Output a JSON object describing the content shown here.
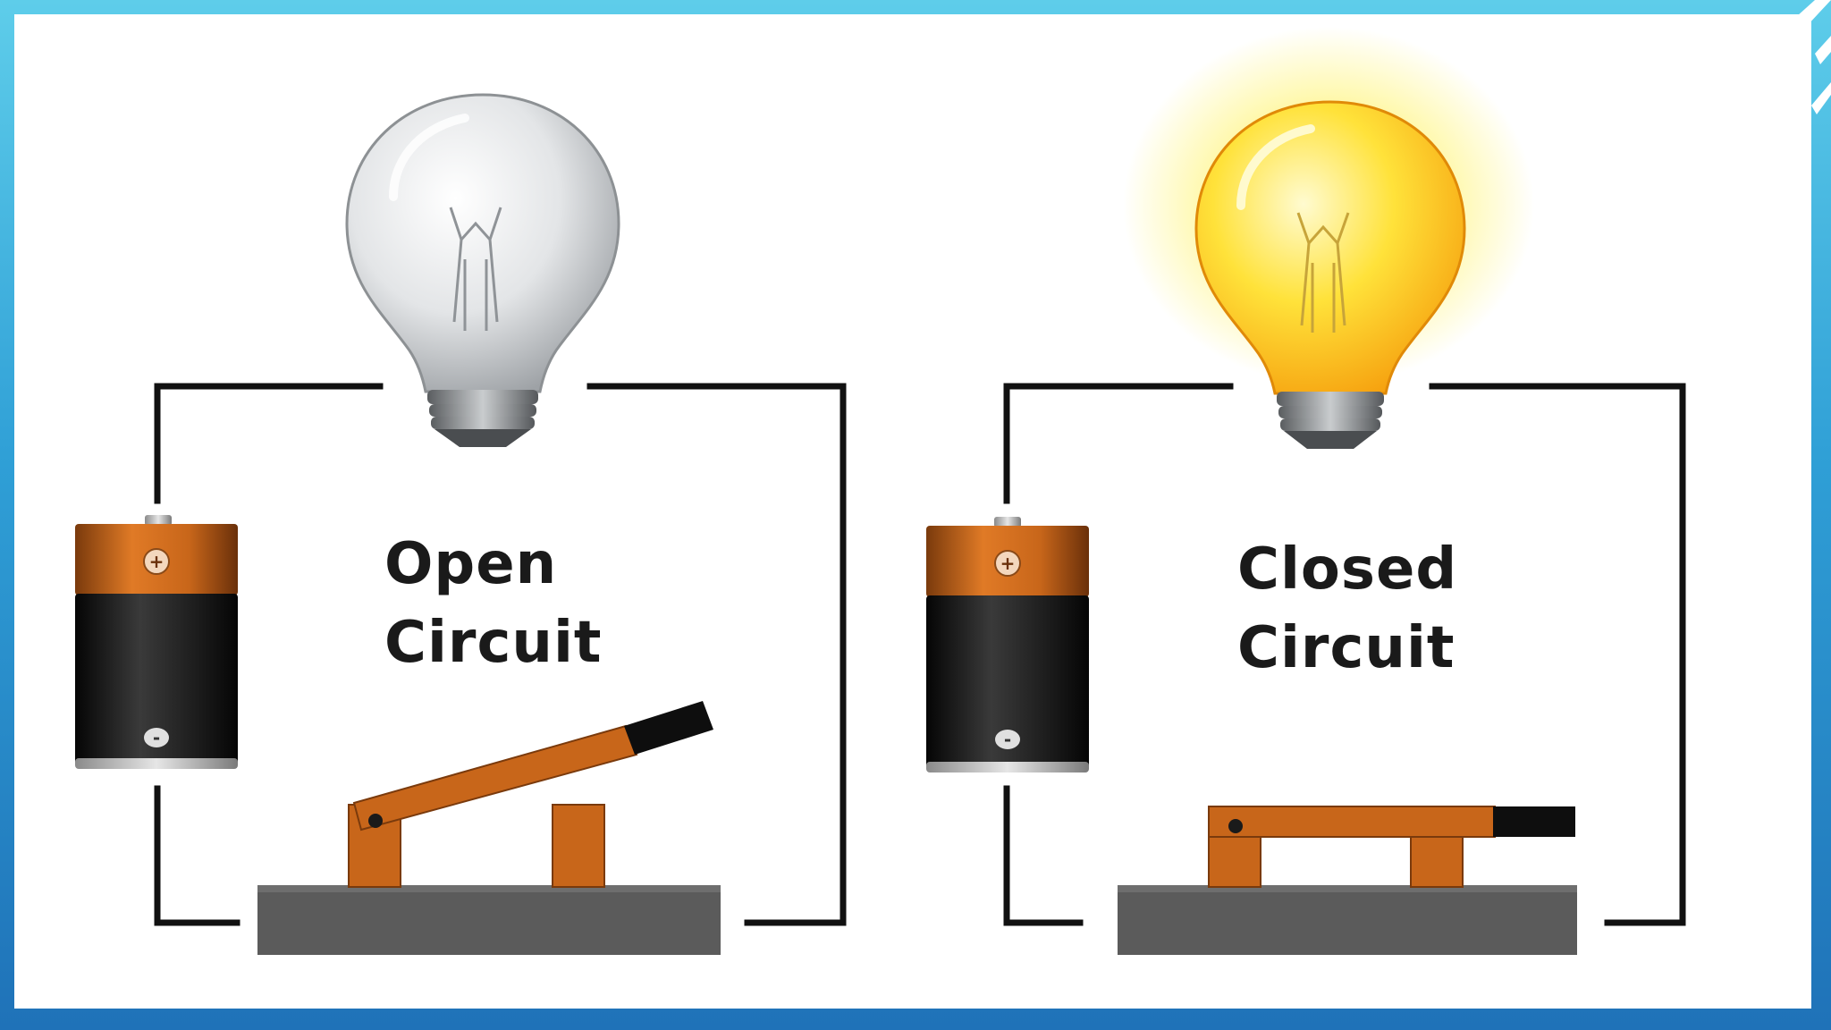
{
  "slide": {
    "left_panel": {
      "label_line1": "Open",
      "label_line2": "Circuit",
      "bulb_state": "off",
      "switch_state": "open"
    },
    "right_panel": {
      "label_line1": "Closed",
      "label_line2": "Circuit",
      "bulb_state": "on",
      "switch_state": "closed"
    },
    "battery": {
      "top_symbol": "+",
      "bottom_symbol": "-"
    },
    "colors": {
      "frame_top": "#5ecdea",
      "frame_bottom": "#1f72b8",
      "wire": "#111111",
      "battery_cap": "#c8661a",
      "battery_body": "#1c1c1c",
      "switch_orange": "#c8661a",
      "switch_base": "#5a5a5a",
      "bulb_off": "#d6d8da",
      "bulb_on": "#ffd21a",
      "glow": "#fff36a"
    }
  }
}
